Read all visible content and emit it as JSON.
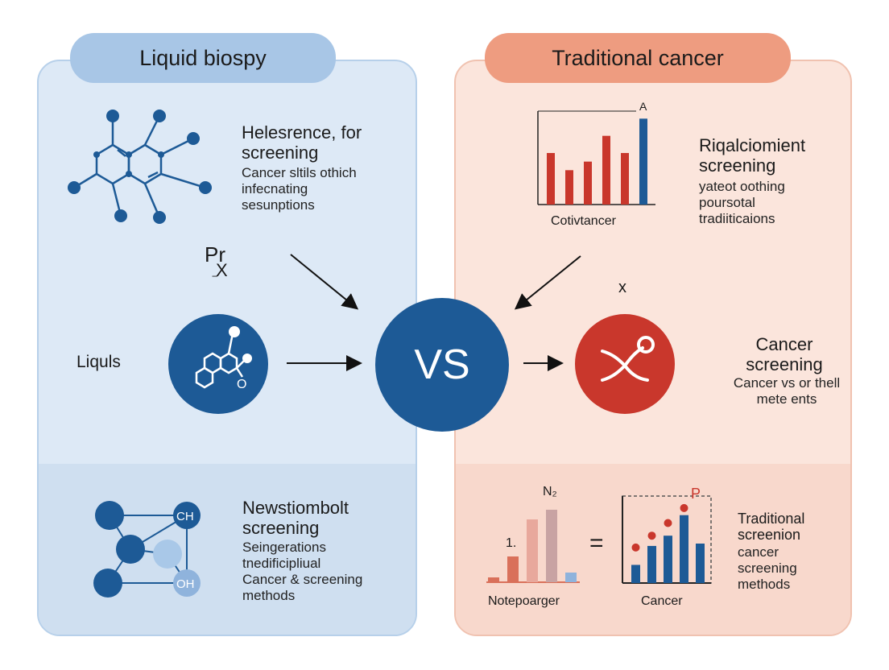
{
  "left": {
    "pill_title": "Liquid biospy",
    "top_heading": [
      "Helesrence, for",
      "screening"
    ],
    "top_body": [
      "Cancer sltils othich",
      "infecnating",
      "sesunptions"
    ],
    "formula_top": "Pr",
    "formula_mid": "X",
    "formula_bot": "‾",
    "liquls_label": "Liquls",
    "icon_o": "O",
    "bottom_heading": [
      "Newstiombolt",
      "screening"
    ],
    "bottom_body": [
      "Seingerations",
      "tnedificipliual",
      "Cancer & screening",
      "methods"
    ],
    "node_ch": "CH",
    "node_oh": "OH"
  },
  "center": {
    "vs_label": "VS"
  },
  "right": {
    "pill_title": "Traditional cancer",
    "chart_label": "Cotivtancer",
    "chart_marker": "A",
    "top_heading": [
      "Riqalciomient",
      "screening"
    ],
    "top_body": [
      "yateot oothing",
      "poursotal",
      "tradiiticaions"
    ],
    "x_mark": "x",
    "mid_heading": [
      "Cancer",
      "screening"
    ],
    "mid_body": [
      "Cancer vs or thell",
      "mete ents"
    ],
    "chart2_label": "Notepoarger",
    "chart2_marker_a": "N₂",
    "chart2_marker_b": "1.",
    "equals": "=",
    "chart3_label": "Cancer",
    "chart3_marker": "P",
    "bottom_heading": [
      "Traditional",
      "screenion"
    ],
    "bottom_body": [
      "cancer",
      "screening",
      "methods"
    ]
  },
  "chart_data": [
    {
      "type": "bar",
      "values": [
        6,
        4,
        5,
        8,
        6,
        10
      ],
      "colors": [
        "#c9372c",
        "#c9372c",
        "#c9372c",
        "#c9372c",
        "#c9372c",
        "#1d5a96"
      ],
      "ylim": [
        0,
        10.5
      ]
    },
    {
      "type": "bar",
      "values": [
        0.6,
        3.2,
        7.8,
        9.0,
        1.2
      ],
      "colors": [
        "#d9705a",
        "#d9705a",
        "#e8a89c",
        "#c8a3a3",
        "#8fb3dc"
      ],
      "ylim": [
        0,
        10
      ]
    },
    {
      "type": "bar",
      "values": [
        2.3,
        4.7,
        6.0,
        8.6,
        5.0
      ],
      "colors": [
        "#1d5a96",
        "#1d5a96",
        "#1d5a96",
        "#1d5a96",
        "#1d5a96"
      ],
      "points": [
        4.5,
        6.0,
        7.6,
        9.5
      ],
      "point_color": "#c9372c",
      "ylim": [
        0,
        10
      ]
    }
  ]
}
